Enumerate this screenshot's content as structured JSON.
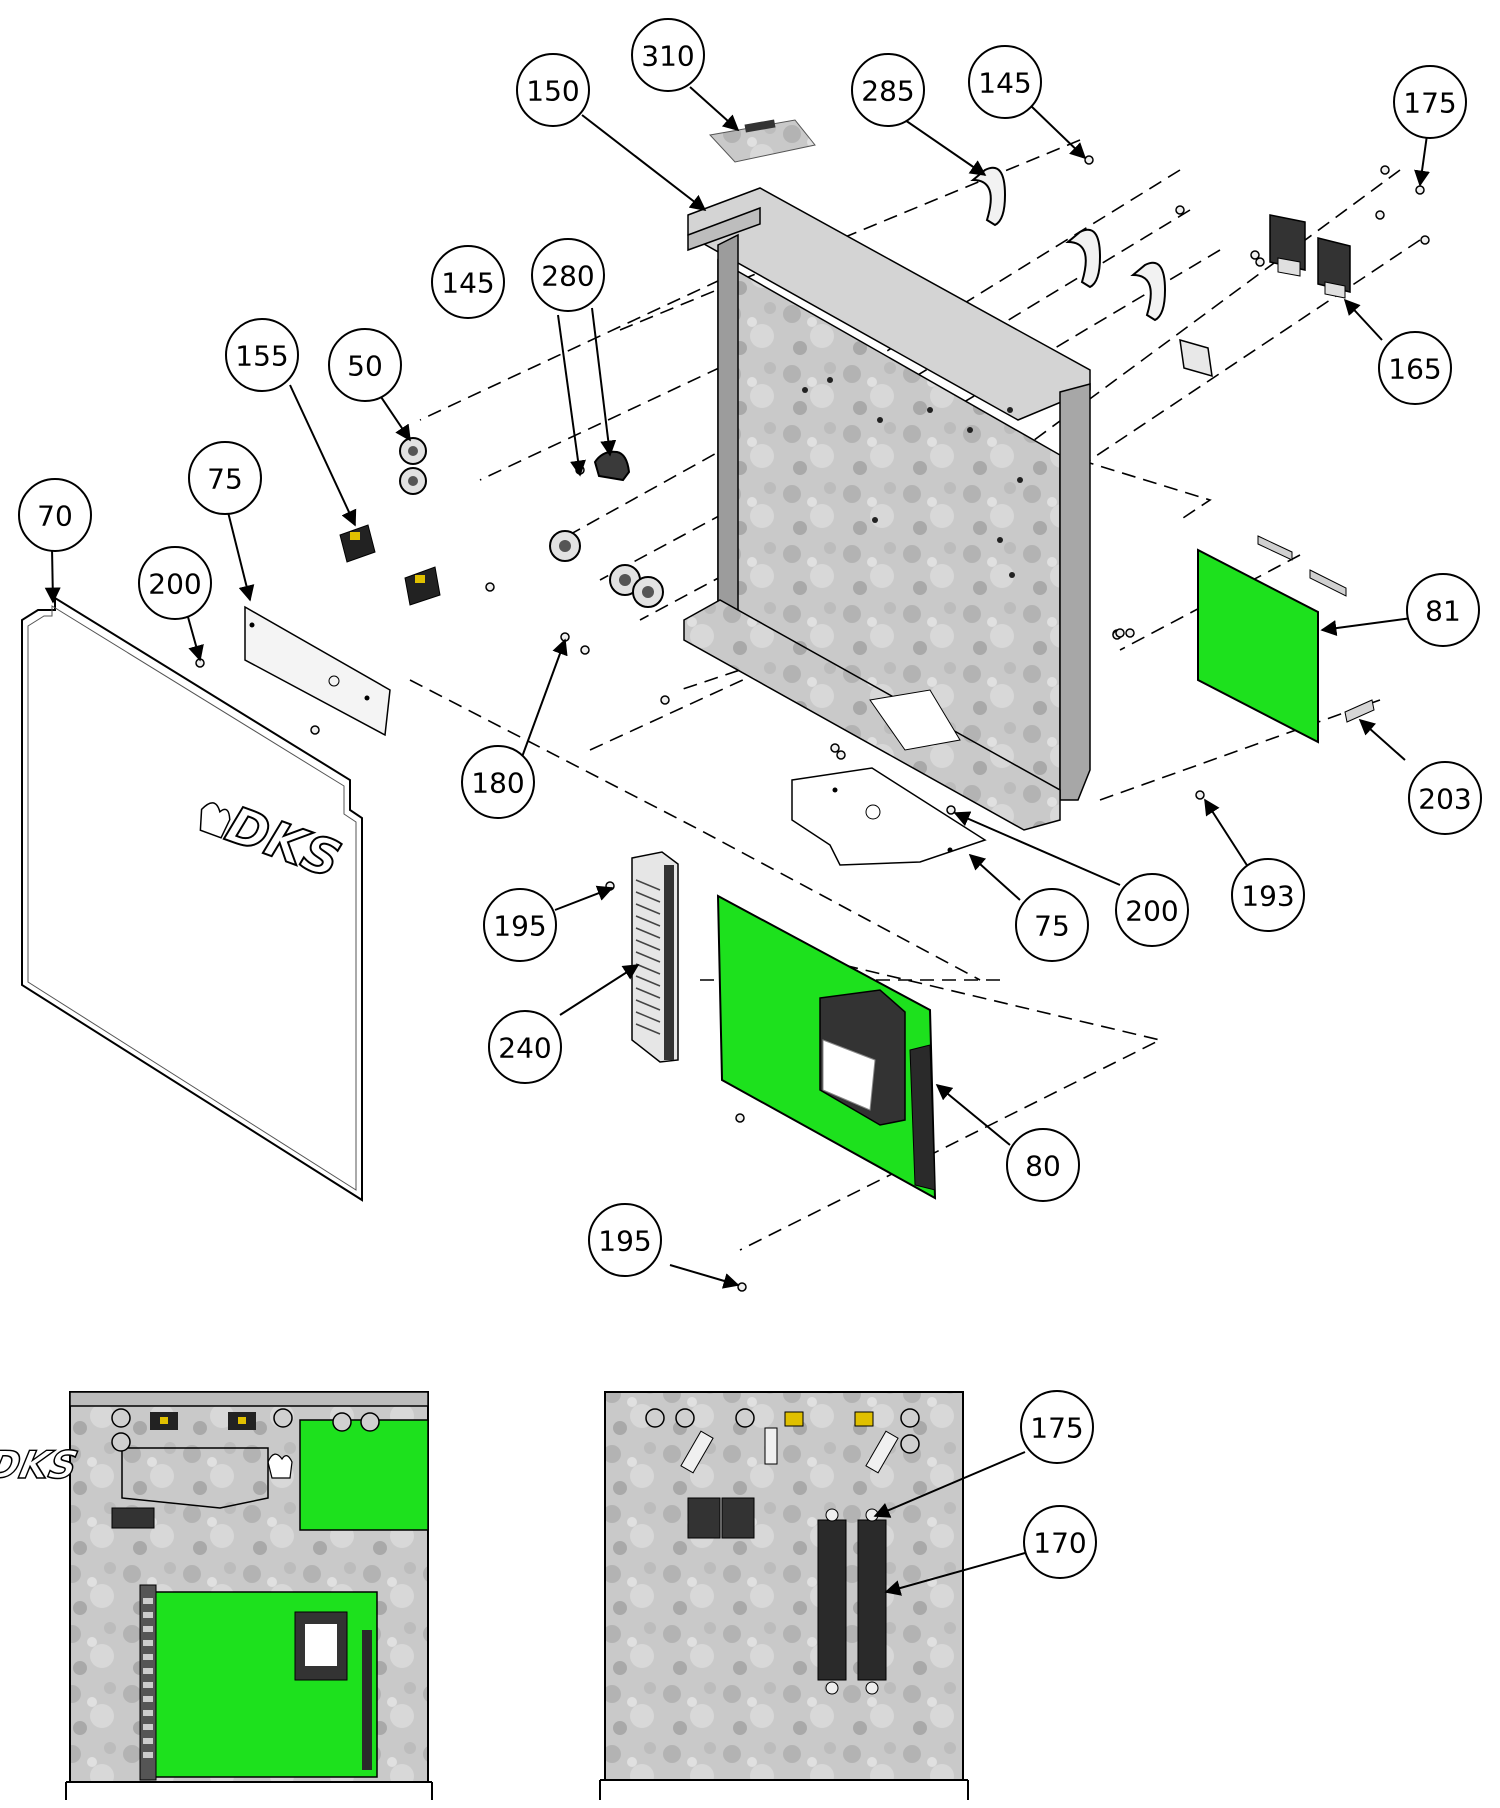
{
  "callouts": {
    "c310": "310",
    "c150": "150",
    "c285": "285",
    "c145a": "145",
    "c175a": "175",
    "c165": "165",
    "c145b": "145",
    "c280": "280",
    "c155": "155",
    "c50": "50",
    "c75a": "75",
    "c70": "70",
    "c200a": "200",
    "c180": "180",
    "c81": "81",
    "c203": "203",
    "c193": "193",
    "c200b": "200",
    "c75b": "75",
    "c195a": "195",
    "c240": "240",
    "c80": "80",
    "c195b": "195",
    "c175b": "175",
    "c170": "170"
  },
  "logo": {
    "text": "DKS"
  },
  "colors": {
    "pcb_green": "#1de11d",
    "steel": "#c8c8c8",
    "steel_dark": "#9a9a9a",
    "black_part": "#2a2a2a"
  }
}
